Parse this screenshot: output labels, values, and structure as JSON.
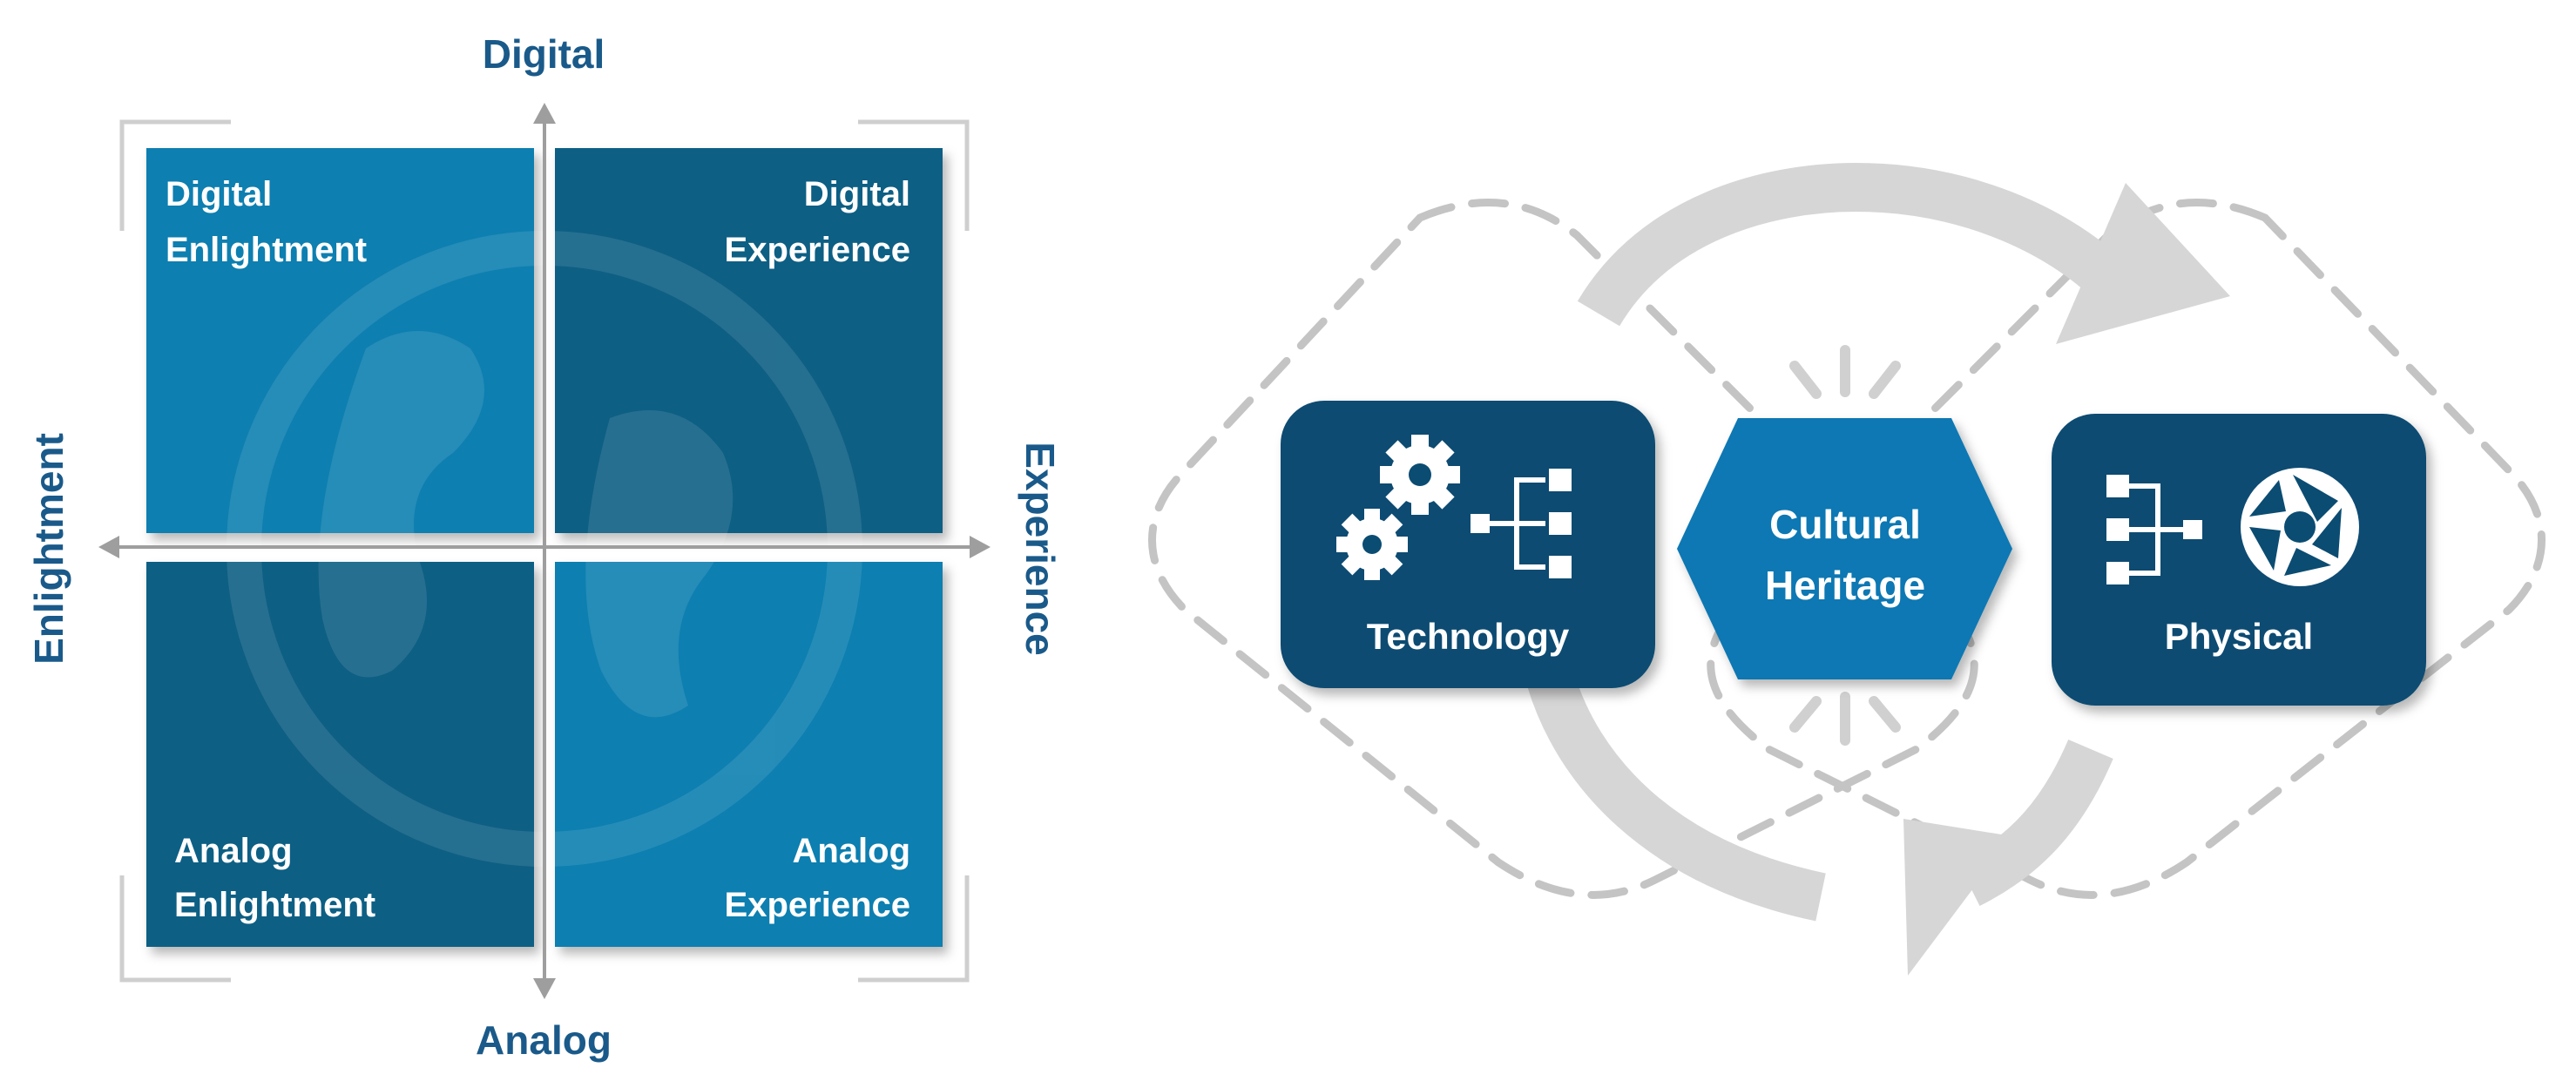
{
  "colors": {
    "navy": "#0b4f75",
    "axis_label": "#1a5a8a",
    "quadrant_light": "#0d7fb0",
    "quadrant_dark": "#0b5f84",
    "hexagon": "#0e78b3",
    "node_box": "#0b4c72",
    "gray_arrow": "#d6d6d6",
    "dashed": "#c4c4c4"
  },
  "matrix": {
    "axes": {
      "top": "Digital",
      "bottom": "Analog",
      "left": "Enlightment",
      "right": "Experience"
    },
    "quadrants": {
      "top_left": [
        "Digital",
        "Enlightment"
      ],
      "top_right": [
        "Digital",
        "Experience"
      ],
      "bottom_left": [
        "Analog",
        "Enlightment"
      ],
      "bottom_right": [
        "Analog",
        "Experience"
      ]
    }
  },
  "cycle": {
    "left_node": {
      "label": "Technology",
      "icon": "gears-hierarchy-icon"
    },
    "center_node": {
      "line1": "Cultural",
      "line2": "Heritage"
    },
    "right_node": {
      "label": "Physical",
      "icon": "hierarchy-aperture-icon"
    }
  }
}
